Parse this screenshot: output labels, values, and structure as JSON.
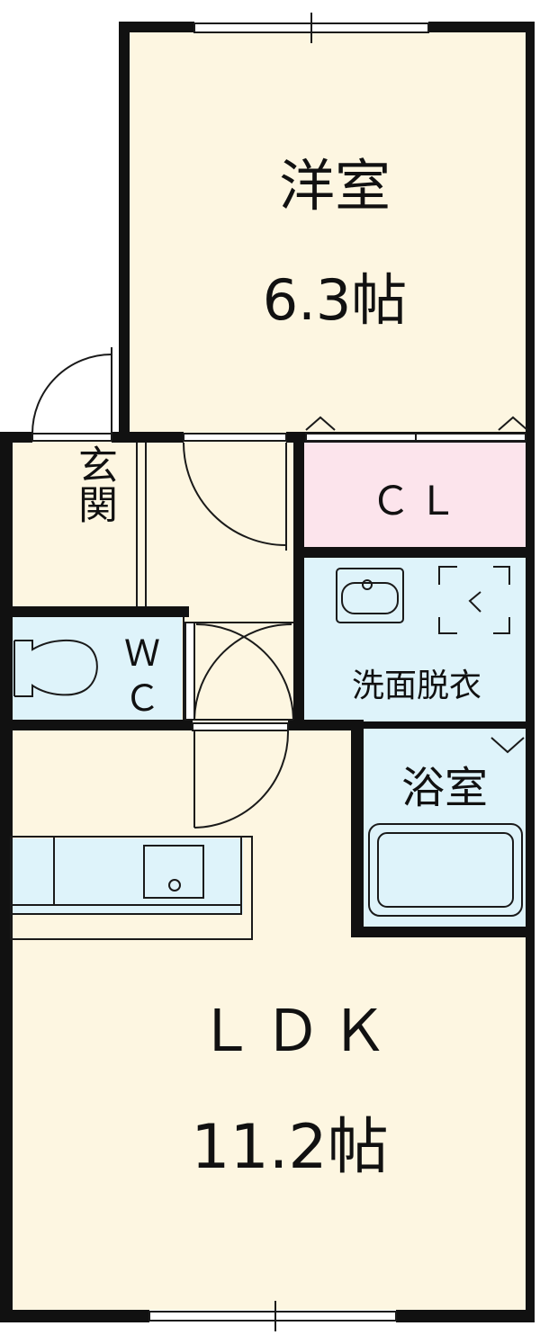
{
  "colors": {
    "floor": "#fdf6e1",
    "water_area": "#def3fa",
    "closet": "#fce4ec",
    "wall": "#111111",
    "line": "#1a1a1a"
  },
  "rooms": {
    "western": {
      "name": "洋室",
      "size": "6.3帖"
    },
    "closet": {
      "name": "ＣＬ"
    },
    "entrance": {
      "name": "玄関"
    },
    "toilet": {
      "name_line1": "Ｗ",
      "name_line2": "Ｃ"
    },
    "washroom": {
      "name": "洗面脱衣"
    },
    "bath": {
      "name": "浴室"
    },
    "ldk": {
      "name": "ＬＤＫ",
      "size": "11.2帖"
    }
  },
  "fixtures": {
    "toilet": "toilet-icon",
    "wash_basin": "wash-basin-icon",
    "washing_machine": "washing-machine-space-icon",
    "bathtub": "bathtub-icon",
    "kitchen_sink": "kitchen-sink-icon",
    "kitchen_counter": "kitchen-counter-icon"
  }
}
